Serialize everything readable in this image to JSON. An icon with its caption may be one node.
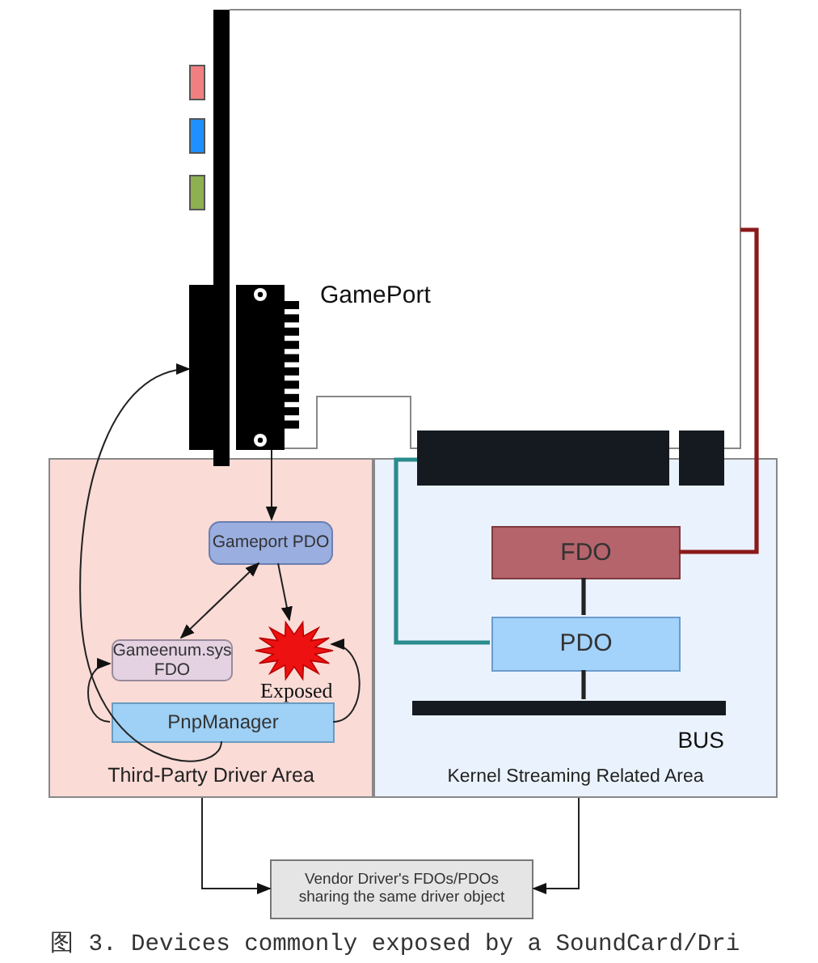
{
  "diagram": {
    "caption": "图 3. Devices commonly exposed by a SoundCard/Dri",
    "nodes": [
      {
        "text": [],
        "shape": "box"
      },
      {
        "text": [],
        "shape": "bar"
      },
      {
        "text": [],
        "shape": "box",
        "in": 0
      },
      {
        "text": [],
        "shape": "bar"
      },
      {
        "text": [
          "Third-Party Driver Area"
        ]
      },
      {
        "text": [
          "Gameport PDO"
        ],
        "in": 4
      },
      {
        "text": [
          "Gameenum.sys FDO"
        ],
        "in": 4
      },
      {
        "text": [],
        "shape": "star",
        "in": 4,
        "beside": [
          "Exposed"
        ]
      },
      {
        "text": [
          "PnpManager"
        ],
        "in": 4
      },
      {
        "text": [
          "Kernel Streaming Related Area"
        ]
      },
      {
        "text": [
          "FDO"
        ],
        "in": 9
      },
      {
        "text": [
          "PDO"
        ],
        "in": 9
      },
      {
        "text": [],
        "shape": "bar",
        "in": 9,
        "beside": [
          "BUS"
        ]
      },
      {
        "text": [
          "Vendor Driver's FDOs/PDOs sharing the same driver object"
        ]
      }
    ],
    "edges": [
      {
        "from": 2,
        "to": 5,
        "arrow": "to"
      },
      {
        "from": 5,
        "to": 6,
        "arrow": "both"
      },
      {
        "from": 5,
        "to": 7,
        "arrow": "to"
      },
      {
        "from": 8,
        "to": 6,
        "arrow": "to"
      },
      {
        "from": 8,
        "to": 7,
        "arrow": "to"
      },
      {
        "from": 8,
        "to": 1,
        "arrow": "to"
      },
      {
        "from": 0,
        "to": 10,
        "arrow": "none",
        "color": "#8b1a1a",
        "style": "thick"
      },
      {
        "from": 3,
        "to": 11,
        "arrow": "none",
        "color": "#2a8c8c",
        "style": "thick"
      },
      {
        "from": 10,
        "to": 11,
        "arrow": "none",
        "style": "thick"
      },
      {
        "from": 11,
        "to": 12,
        "arrow": "none",
        "style": "thick"
      },
      {
        "from": 4,
        "to": 13,
        "arrow": "to"
      },
      {
        "from": 9,
        "to": 13,
        "arrow": "to"
      }
    ],
    "labels": [
      "GamePort"
    ]
  }
}
